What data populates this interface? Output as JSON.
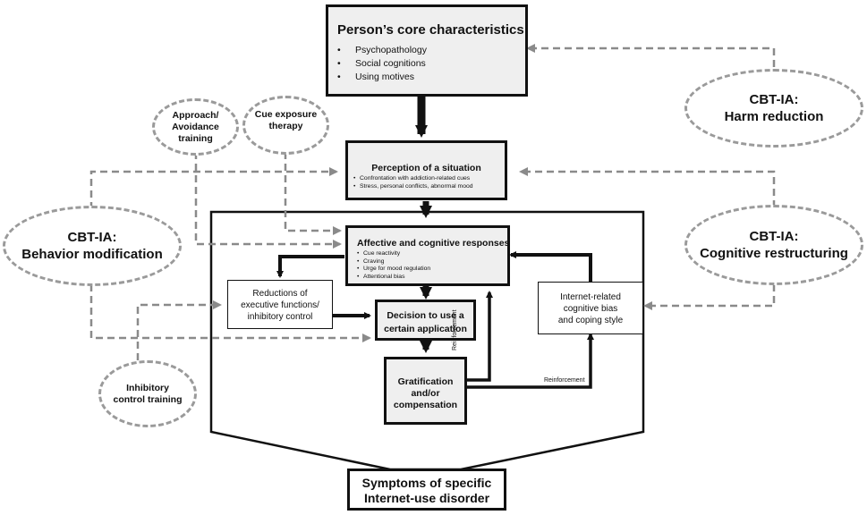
{
  "core": {
    "title": "Person’s core characteristics",
    "items": [
      "Psychopathology",
      "Social cognitions",
      "Using motives"
    ]
  },
  "perception": {
    "title": "Perception of a situation",
    "items": [
      "Confrontation with addiction-related cues",
      "Stress, personal conflicts, abnormal mood"
    ]
  },
  "affective": {
    "title": "Affective and cognitive responses",
    "items": [
      "Cue reactivity",
      "Craving",
      "Urge for mood regulation",
      "Attentional bias"
    ]
  },
  "reductions": {
    "lines": [
      "Reductions of",
      "executive functions/",
      "inhibitory control"
    ]
  },
  "decision": {
    "lines": [
      "Decision to use a",
      "certain application"
    ]
  },
  "gratification": {
    "lines": [
      "Gratification",
      "and/or",
      "compensation"
    ]
  },
  "internet_bias": {
    "lines": [
      "Internet-related",
      "cognitive bias",
      "and coping style"
    ]
  },
  "symptoms": {
    "lines": [
      "Symptoms of specific",
      "Internet-use disorder"
    ]
  },
  "reinforcement_vertical": "Reinforcement",
  "reinforcement_horizontal": "Reinforcement",
  "interventions": {
    "harm_reduction": [
      "CBT-IA:",
      "Harm reduction"
    ],
    "behavior_modification": [
      "CBT-IA:",
      "Behavior modification"
    ],
    "cognitive_restructuring": [
      "CBT-IA:",
      "Cognitive restructuring"
    ],
    "approach_avoidance": [
      "Approach/",
      "Avoidance",
      "training"
    ],
    "cue_exposure": [
      "Cue exposure",
      "therapy"
    ],
    "inhibitory_control": [
      "Inhibitory",
      "control training"
    ]
  }
}
